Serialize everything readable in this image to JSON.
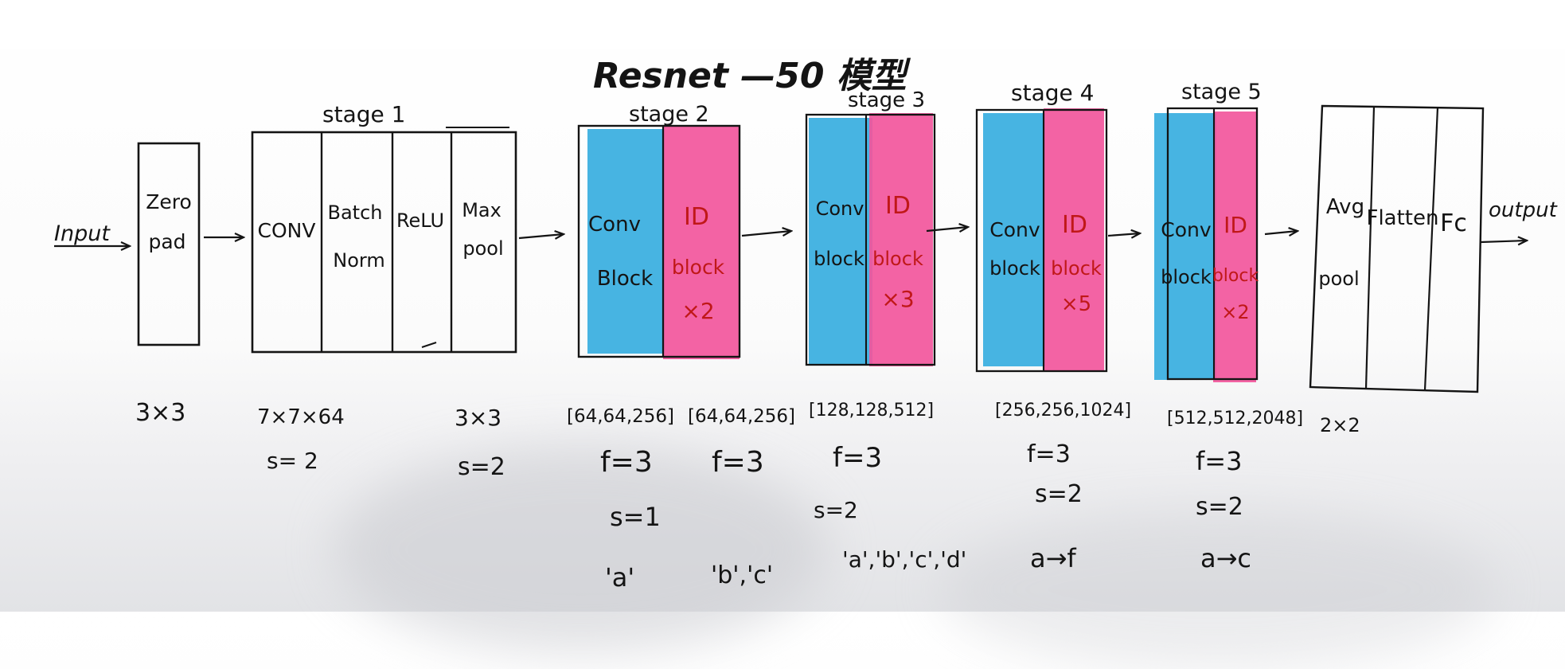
{
  "title": "Resnet —50 模型",
  "input_label": "Input",
  "output_label": "output",
  "stages": {
    "stage1": "stage 1",
    "stage2": "stage 2",
    "stage3": "stage 3",
    "stage4": "stage 4",
    "stage5": "stage 5"
  },
  "blocks": {
    "zero_pad": [
      "Zero",
      "pad"
    ],
    "conv": "CONV",
    "batch_norm": [
      "Batch",
      "Norm"
    ],
    "relu": "ReLU",
    "max_pool": [
      "Max",
      "pool"
    ],
    "s2_conv": [
      "Conv",
      "Block"
    ],
    "s2_id": [
      "ID",
      "block",
      "×2"
    ],
    "s3_conv": [
      "Conv",
      "block"
    ],
    "s3_id": [
      "ID",
      "block",
      "×3"
    ],
    "s4_conv": [
      "Conv",
      "block"
    ],
    "s4_id": [
      "ID",
      "block",
      "×5"
    ],
    "s5_conv": [
      "Conv",
      "block"
    ],
    "s5_id": [
      "ID",
      "block",
      "×2"
    ],
    "avg_pool": [
      "Avg",
      "pool"
    ],
    "flatten": "Flatten",
    "fc": "Fc"
  },
  "annotations": {
    "zero_pad_size": "3×3",
    "conv_size": "7×7×64",
    "conv_stride": "s= 2",
    "max_pool_size": "3×3",
    "max_pool_stride": "s=2",
    "s2_conv_filters": "[64,64,256]",
    "s2_id_filters": "[64,64,256]",
    "s2_conv_f": "f=3",
    "s2_id_f": "f=3",
    "s2_stride": "s=1",
    "s2_conv_names": "'a'",
    "s2_id_names": "'b','c'",
    "s3_filters": "[128,128,512]",
    "s3_f": "f=3",
    "s3_stride": "s=2",
    "s3_names": "'a','b','c','d'",
    "s4_filters": "[256,256,1024]",
    "s4_f": "f=3",
    "s4_stride": "s=2",
    "s4_names": "a→f",
    "s5_filters": "[512,512,2048]",
    "s5_f": "f=3",
    "s5_stride": "s=2",
    "s5_names": "a→c",
    "avg_pool_size": "2×2"
  },
  "colors": {
    "conv_block": "#37aee0",
    "id_block": "#f2569c",
    "ink": "#141414",
    "ink_red": "#c01818"
  }
}
